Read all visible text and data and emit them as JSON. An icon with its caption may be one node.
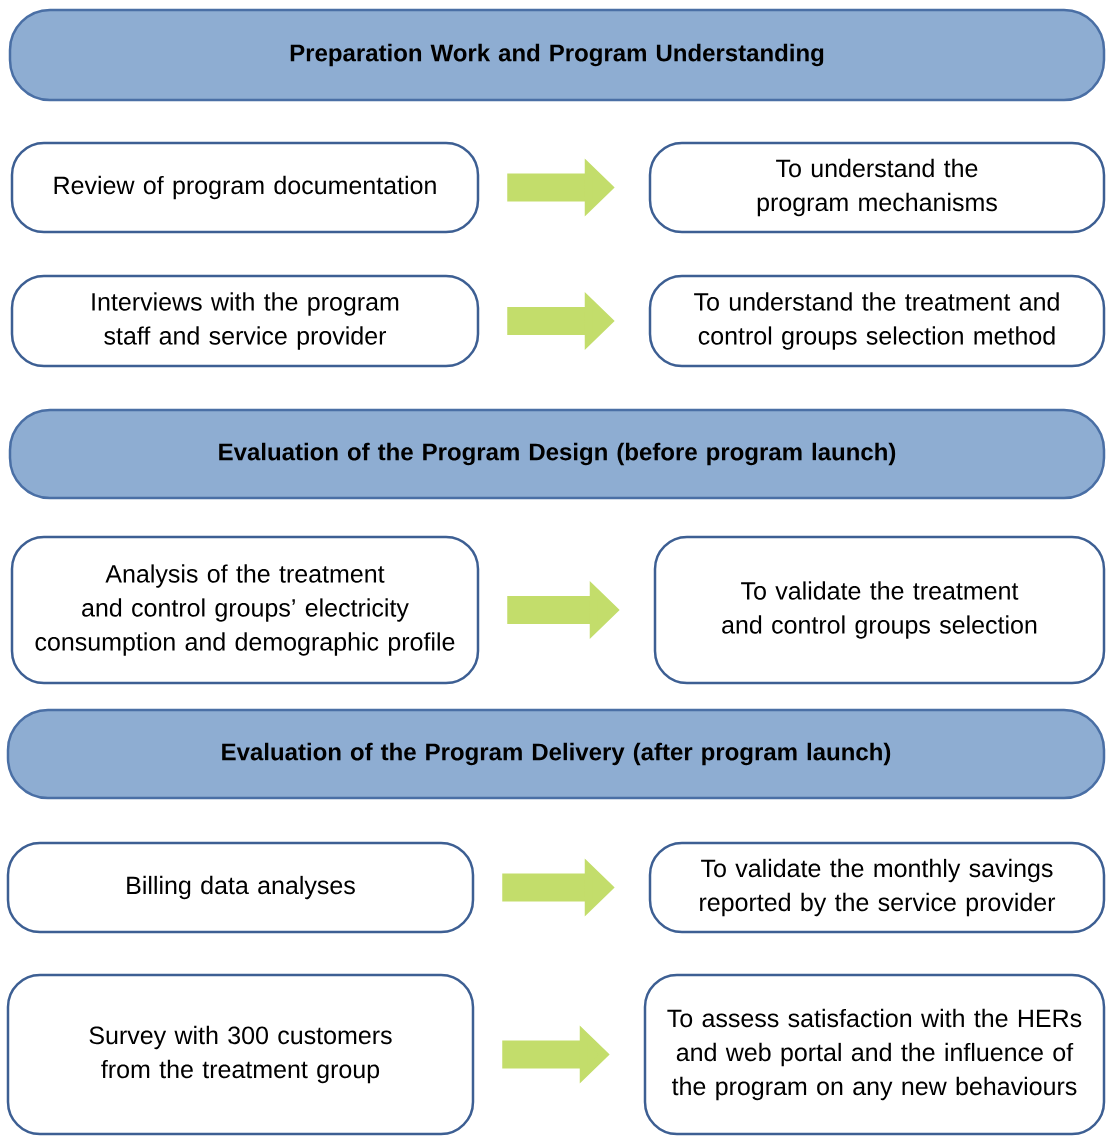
{
  "diagram": {
    "nodes": [
      {
        "text": [
          "Preparation Work and Program Understanding"
        ]
      },
      {
        "text": [
          "Review of program documentation"
        ]
      },
      {
        "text": [
          "To understand the program mechanisms"
        ]
      },
      {
        "text": [
          "Interviews with the program staff and service provider"
        ]
      },
      {
        "text": [
          "To understand the treatment and control groups selection method"
        ]
      },
      {
        "text": [
          "Evaluation of the Program Design (before program launch)"
        ]
      },
      {
        "text": [
          "Analysis of the treatment and control groups’ electricity consumption and demographic profile"
        ]
      },
      {
        "text": [
          "To validate the treatment and control groups selection"
        ]
      },
      {
        "text": [
          "Evaluation of the Program Delivery (after program launch)"
        ]
      },
      {
        "text": [
          "Billing data analyses"
        ]
      },
      {
        "text": [
          "To validate the monthly savings reported by the service provider"
        ]
      },
      {
        "text": [
          "Survey with 300 customers from the treatment group"
        ]
      },
      {
        "text": [
          "To assess satisfaction with the HERs and web portal and the influence of the program on any new behaviours"
        ]
      }
    ],
    "edges": [
      {
        "from": 1,
        "to": 2,
        "arrow": "to"
      },
      {
        "from": 3,
        "to": 4,
        "arrow": "to"
      },
      {
        "from": 6,
        "to": 7,
        "arrow": "to"
      },
      {
        "from": 9,
        "to": 10,
        "arrow": "to"
      },
      {
        "from": 11,
        "to": 12,
        "arrow": "to"
      }
    ]
  }
}
